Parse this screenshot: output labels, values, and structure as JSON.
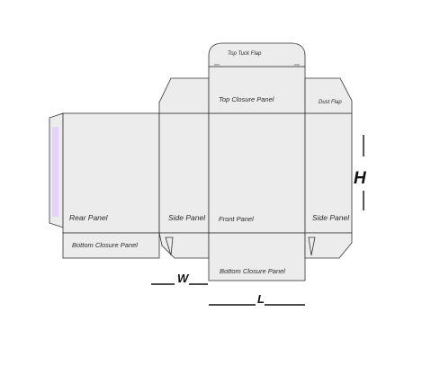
{
  "labels": {
    "top_tuck_flap": "Top Tuck Flap",
    "top_closure_panel": "Top Closure Panel",
    "dust_flap": "Dust Flap",
    "rear_panel": "Rear Panel",
    "side_panel_left": "Side Panel",
    "front_panel": "Front Panel",
    "side_panel_right": "Side Panel",
    "bottom_closure_panel_rear": "Bottom Closure Panel",
    "bottom_closure_panel_front": "Bottom Closure Panel"
  },
  "dimensions": {
    "width": "W",
    "length": "L",
    "height": "H"
  },
  "colors": {
    "panel_fill": "#ececec",
    "outline": "#333333",
    "glue_strip": "#e3d4f7"
  }
}
